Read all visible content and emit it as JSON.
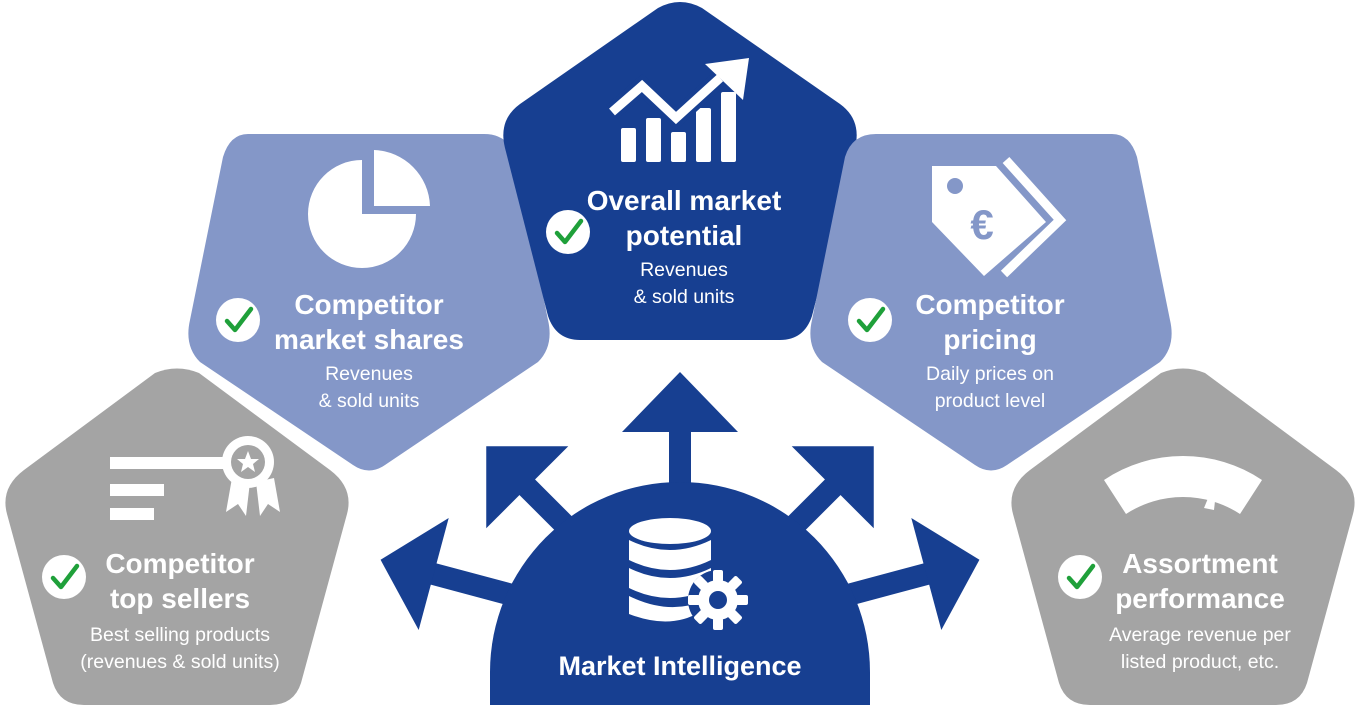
{
  "colors": {
    "dark_blue": "#173F91",
    "light_blue": "#8497C8",
    "gray": "#A4A4A4",
    "check_green": "#1FA03A",
    "white": "#FFFFFF"
  },
  "hub": {
    "label": "Market Intelligence",
    "icon": "database-gear-icon"
  },
  "cards": [
    {
      "id": "competitor-top-sellers",
      "title": "Competitor\ntop sellers",
      "subtitle": "Best selling  products\n(revenues  & sold units)",
      "icon": "ranking-ribbon-icon",
      "checked": true,
      "color": "#A4A4A4"
    },
    {
      "id": "competitor-market-shares",
      "title": "Competitor\nmarket shares",
      "subtitle": "Revenues\n& sold units",
      "icon": "pie-chart-icon",
      "checked": true,
      "color": "#8497C8"
    },
    {
      "id": "overall-market-potential",
      "title": "Overall market\npotential",
      "subtitle": "Revenues\n& sold units",
      "icon": "growth-chart-icon",
      "checked": true,
      "color": "#173F91"
    },
    {
      "id": "competitor-pricing",
      "title": "Competitor\npricing",
      "subtitle": "Daily prices on\nproduct level",
      "icon": "euro-price-tag-icon",
      "checked": true,
      "color": "#8497C8"
    },
    {
      "id": "assortment-performance",
      "title": "Assortment\nperformance",
      "subtitle": "Average revenue per\nlisted product, etc.",
      "icon": "gauge-icon",
      "checked": true,
      "color": "#A4A4A4"
    }
  ]
}
